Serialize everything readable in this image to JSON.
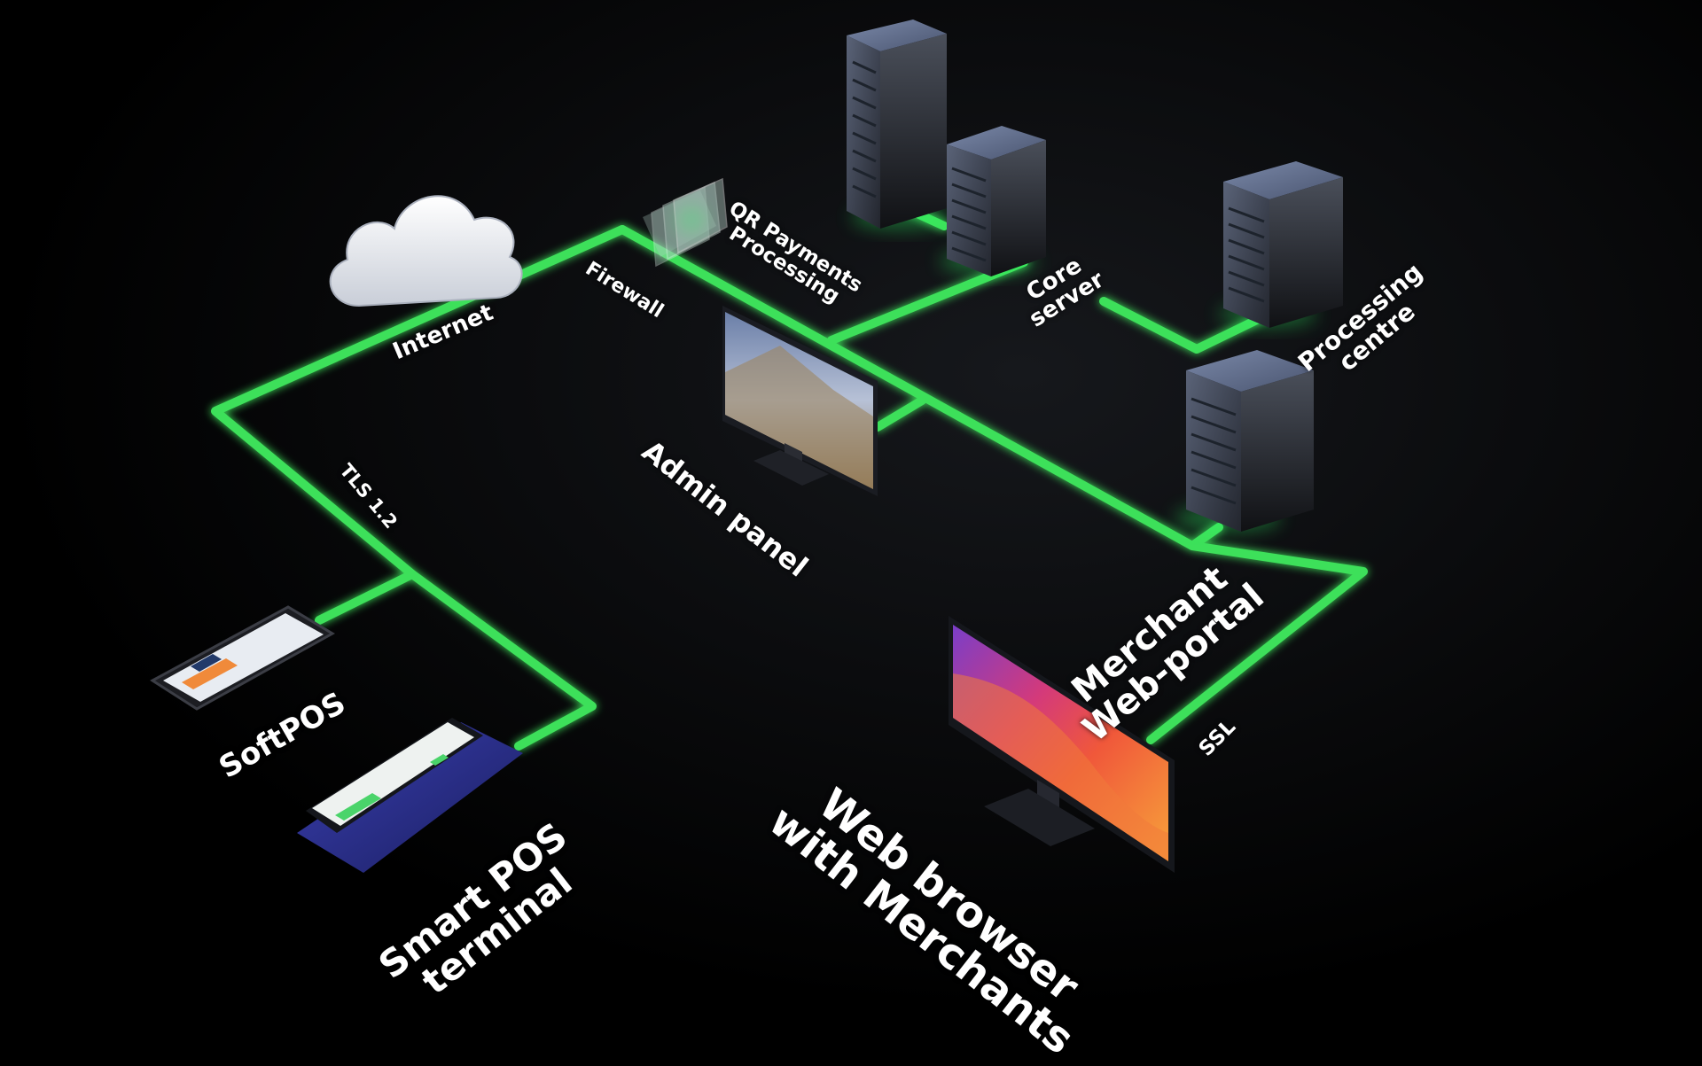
{
  "colors": {
    "background": "#000000",
    "network_line": "#3ee05a",
    "server_glow": "#35e85a",
    "text": "#ffffff"
  },
  "icons": {
    "cloud": "cloud-icon",
    "firewall": "firewall-icon",
    "server": "server-rack-icon",
    "monitor": "monitor-icon",
    "phone": "smartphone-icon",
    "pos": "pos-terminal-icon"
  },
  "labels": {
    "internet": "Internet",
    "firewall": "Firewall",
    "qr_line1": "QR Payments",
    "qr_line2": "Processing",
    "core_line1": "Core",
    "core_line2": "server",
    "processing_line1": "Processing",
    "processing_line2": "centre",
    "tls": "TLS 1.2",
    "admin_panel": "Admin panel",
    "merchant_line1": "Merchant",
    "merchant_line2": "Web-portal",
    "ssl": "SSL",
    "softpos": "SoftPOS",
    "smart_pos_line1": "Smart POS",
    "smart_pos_line2": "terminal",
    "web_browser_line1": "Web browser",
    "web_browser_line2": "with Merchants"
  }
}
